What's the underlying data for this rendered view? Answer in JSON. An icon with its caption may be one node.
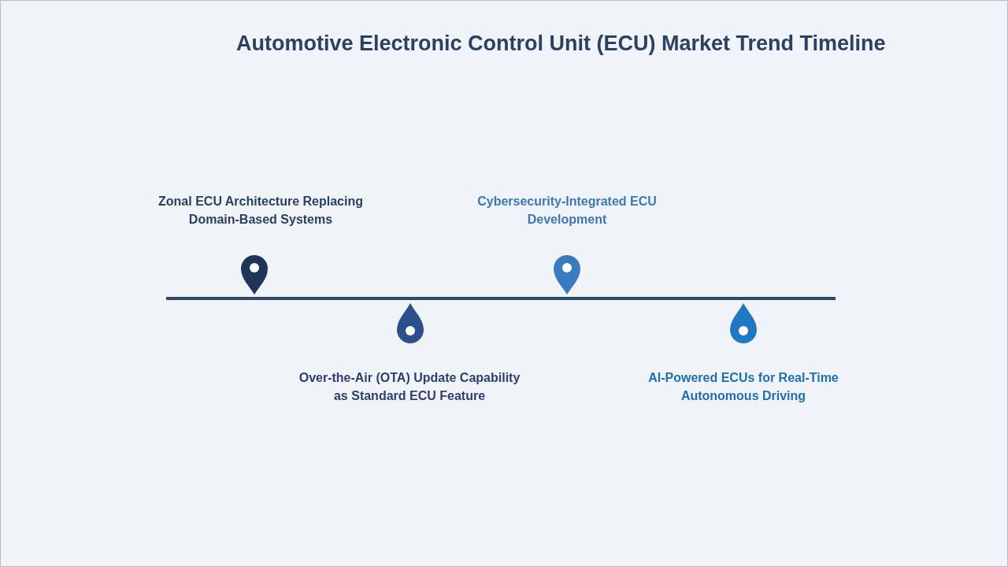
{
  "diagram": {
    "title": "Automotive Electronic Control Unit (ECU) Market Trend Timeline",
    "nodes": [
      {
        "text": [
          "Zonal ECU Architecture Replacing Domain-Based Systems"
        ]
      },
      {
        "text": [
          "Over-the-Air (OTA) Update Capability as Standard ECU Feature"
        ]
      },
      {
        "text": [
          "Cybersecurity-Integrated ECU Development"
        ]
      },
      {
        "text": [
          "AI-Powered ECUs for Real-Time Autonomous Driving"
        ]
      }
    ]
  }
}
